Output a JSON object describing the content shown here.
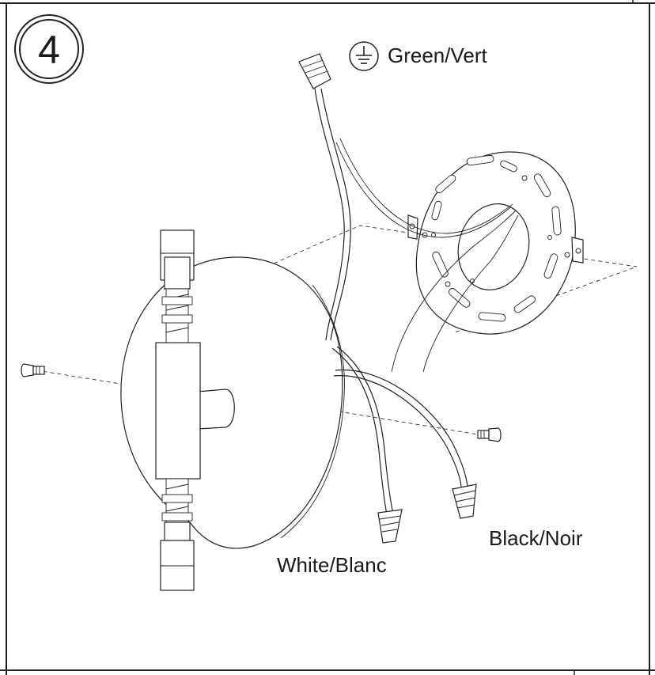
{
  "step": {
    "number": "4"
  },
  "labels": {
    "ground": "Green/Vert",
    "white": "White/Blanc",
    "black": "Black/Noir"
  },
  "icons": {
    "ground": "ground-symbol-icon"
  }
}
